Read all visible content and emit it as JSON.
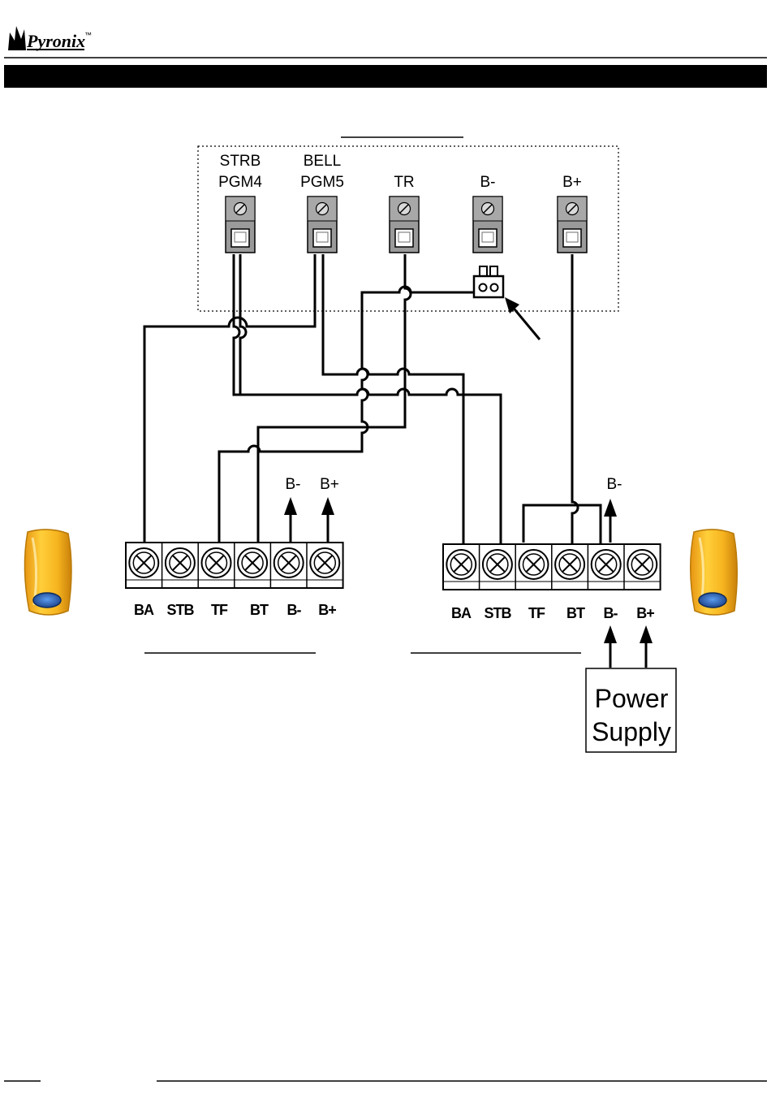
{
  "header": {
    "logo_text": "Pyronix",
    "logo_mark": "™",
    "band_color": "#000000"
  },
  "panel": {
    "terminals": [
      {
        "line1": "STRB",
        "line2": "PGM4"
      },
      {
        "line1": "BELL",
        "line2": "PGM5"
      },
      {
        "line1": "",
        "line2": "TR"
      },
      {
        "line1": "",
        "line2": "B-"
      },
      {
        "line1": "",
        "line2": "B+"
      }
    ]
  },
  "sounders": {
    "left": {
      "terminal_labels": [
        "BA",
        "STB",
        "TF",
        "BT",
        "B-",
        "B+"
      ],
      "supply_labels": [
        "B-",
        "B+"
      ]
    },
    "right": {
      "terminal_labels": [
        "BA",
        "STB",
        "TF",
        "BT",
        "B-",
        "B+"
      ],
      "supply_labels": [
        "B-"
      ]
    }
  },
  "power_supply": {
    "line1": "Power",
    "line2": "Supply"
  },
  "colors": {
    "terminal_block": "#9a9a9a",
    "terminal_dark": "#6e6e6e",
    "sounder_body": "#f4b21c",
    "sounder_dark": "#d48a0a",
    "sounder_lens": "#2a5fb0"
  }
}
